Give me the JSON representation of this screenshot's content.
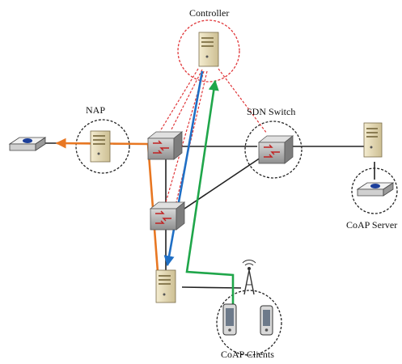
{
  "labels": {
    "controller": "Controller",
    "nap": "NAP",
    "sdn_switch": "SDN Switch",
    "coap_server": "CoAP Server",
    "coap_clients": "CoAP Clients"
  },
  "colors": {
    "orange_path": "#E87722",
    "blue_path": "#1F6FC5",
    "green_path": "#1FA64A",
    "control_link": "#E0383B",
    "link": "#222222",
    "switch_body": "#B8B8B8",
    "server_body": "#E8DDB8"
  }
}
